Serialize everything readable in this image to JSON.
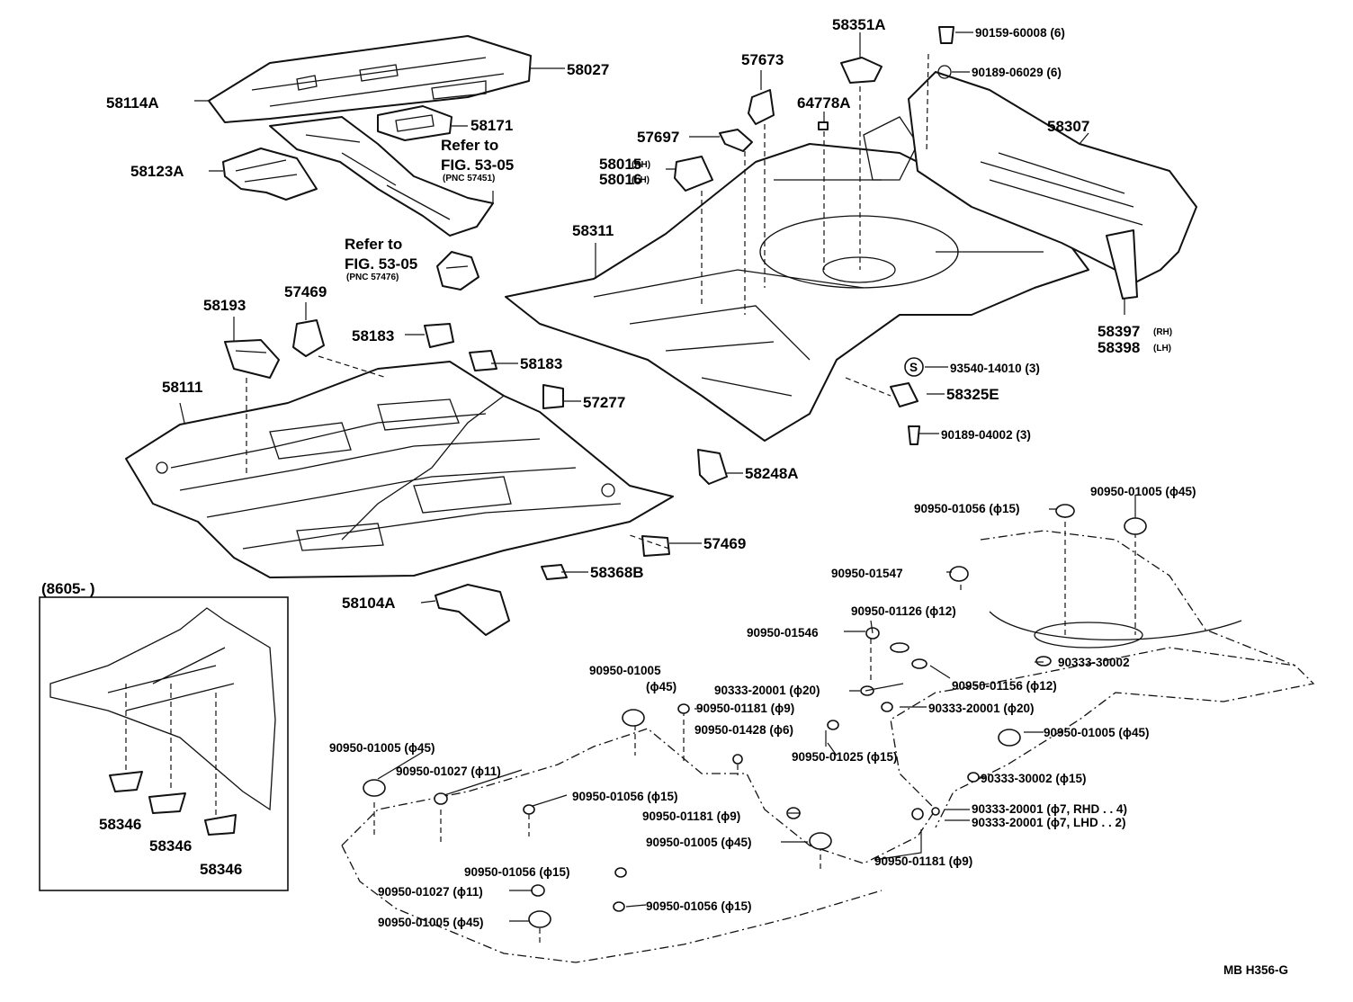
{
  "diagram_code": "MB  H356-G",
  "callouts": [
    {
      "id": "58027",
      "text": "58027",
      "sub": ""
    },
    {
      "id": "58114A",
      "text": "58114A",
      "sub": ""
    },
    {
      "id": "58171",
      "text": "58171",
      "sub": ""
    },
    {
      "id": "58123A",
      "text": "58123A",
      "sub": ""
    },
    {
      "id": "ref1",
      "text": "Refer to",
      "sub": ""
    },
    {
      "id": "ref1b",
      "text": "FIG. 53-05",
      "sub": ""
    },
    {
      "id": "ref1c",
      "text": "(PNC 57451)",
      "sub": ""
    },
    {
      "id": "ref2",
      "text": "Refer to",
      "sub": ""
    },
    {
      "id": "ref2b",
      "text": "FIG. 53-05",
      "sub": ""
    },
    {
      "id": "ref2c",
      "text": "(PNC 57476)",
      "sub": ""
    },
    {
      "id": "58193",
      "text": "58193",
      "sub": ""
    },
    {
      "id": "57469a",
      "text": "57469",
      "sub": ""
    },
    {
      "id": "58183a",
      "text": "58183",
      "sub": ""
    },
    {
      "id": "58183b",
      "text": "58183",
      "sub": ""
    },
    {
      "id": "58111",
      "text": "58111",
      "sub": ""
    },
    {
      "id": "57277",
      "text": "57277",
      "sub": ""
    },
    {
      "id": "58248A",
      "text": "58248A",
      "sub": ""
    },
    {
      "id": "57469b",
      "text": "57469",
      "sub": ""
    },
    {
      "id": "58368B",
      "text": "58368B",
      "sub": ""
    },
    {
      "id": "58104A",
      "text": "58104A",
      "sub": ""
    },
    {
      "id": "58351A",
      "text": "58351A",
      "sub": ""
    },
    {
      "id": "57673",
      "text": "57673",
      "sub": ""
    },
    {
      "id": "64778A",
      "text": "64778A",
      "sub": ""
    },
    {
      "id": "57697",
      "text": "57697",
      "sub": ""
    },
    {
      "id": "58015",
      "text": "58015",
      "sub": "(RH)"
    },
    {
      "id": "58016",
      "text": "58016",
      "sub": "(LH)"
    },
    {
      "id": "58311",
      "text": "58311",
      "sub": ""
    },
    {
      "id": "58307",
      "text": "58307",
      "sub": ""
    },
    {
      "id": "58397",
      "text": "58397",
      "sub": "(RH)"
    },
    {
      "id": "58398",
      "text": "58398",
      "sub": "(LH)"
    },
    {
      "id": "58325E",
      "text": "58325E",
      "sub": ""
    },
    {
      "id": "bolt1",
      "text": "90159-60008 (6)",
      "sub": ""
    },
    {
      "id": "bolt2",
      "text": "90189-06029 (6)",
      "sub": ""
    },
    {
      "id": "nut1",
      "text": "93540-14010 (3)",
      "sub": ""
    },
    {
      "id": "bolt3",
      "text": "90189-04002 (3)",
      "sub": ""
    },
    {
      "id": "s_symbol",
      "text": "S",
      "sub": ""
    }
  ],
  "plugs": [
    {
      "id": "p1",
      "text": "90950-01056 (ϕ15)"
    },
    {
      "id": "p2",
      "text": "90950-01005 (ϕ45)"
    },
    {
      "id": "p3",
      "text": "90950-01547"
    },
    {
      "id": "p4",
      "text": "90950-01126 (ϕ12)"
    },
    {
      "id": "p5",
      "text": "90950-01546"
    },
    {
      "id": "p6",
      "text": "90333-30002"
    },
    {
      "id": "p7",
      "text": "90950-01156 (ϕ12)"
    },
    {
      "id": "p8",
      "text": "90950-01005"
    },
    {
      "id": "p8b",
      "text": "(ϕ45)"
    },
    {
      "id": "p9",
      "text": "90333-20001 (ϕ20)"
    },
    {
      "id": "p10",
      "text": "90950-01181 (ϕ9)"
    },
    {
      "id": "p11",
      "text": "90333-20001 (ϕ20)"
    },
    {
      "id": "p12",
      "text": "90950-01428 (ϕ6)"
    },
    {
      "id": "p13",
      "text": "90950-01005 (ϕ45)"
    },
    {
      "id": "p14",
      "text": "90950-01005 (ϕ45)"
    },
    {
      "id": "p15",
      "text": "90950-01027 (ϕ11)"
    },
    {
      "id": "p16",
      "text": "90950-01025 (ϕ15)"
    },
    {
      "id": "p17",
      "text": "90333-30002 (ϕ15)"
    },
    {
      "id": "p18",
      "text": "90950-01056 (ϕ15)"
    },
    {
      "id": "p19",
      "text": "90333-20001 (ϕ7, RHD . . 4)"
    },
    {
      "id": "p20",
      "text": "90333-20001 (ϕ7, LHD . . 2)"
    },
    {
      "id": "p21",
      "text": "90950-01181 (ϕ9)"
    },
    {
      "id": "p22",
      "text": "90950-01005 (ϕ45)"
    },
    {
      "id": "p23",
      "text": "90950-01181 (ϕ9)"
    },
    {
      "id": "p24",
      "text": "90950-01056 (ϕ15)"
    },
    {
      "id": "p25",
      "text": "90950-01027 (ϕ11)"
    },
    {
      "id": "p26",
      "text": "90950-01056 (ϕ15)"
    },
    {
      "id": "p27",
      "text": "90950-01005 (ϕ45)"
    }
  ],
  "inset": {
    "title": "(8605-          )",
    "labels": [
      "58346",
      "58346",
      "58346"
    ]
  }
}
